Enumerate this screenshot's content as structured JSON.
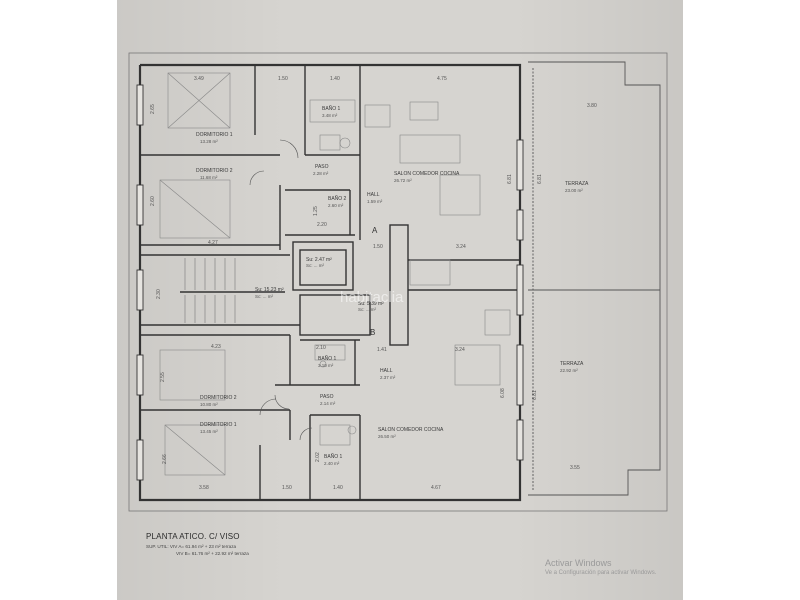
{
  "plan": {
    "unit_a": "A",
    "unit_b": "B",
    "watermark": "habitaclia",
    "rooms": {
      "dorm1_a": {
        "name": "DORMITORIO 1",
        "area": "13.28 m²"
      },
      "dorm2_a": {
        "name": "DORMITORIO 2",
        "area": "11.68 m²"
      },
      "bano1_a": {
        "name": "BAÑO 1",
        "area": "3.48 m²"
      },
      "paso_a": {
        "name": "PASO",
        "area": "2.28 m²"
      },
      "bano2_a": {
        "name": "BAÑO 2",
        "area": "2.60 m²"
      },
      "salon_a": {
        "name": "SALON COMEDOR COCINA",
        "area": "26.72 m²"
      },
      "hall_a": {
        "name": "HALL",
        "area": "1.59 m²"
      },
      "terraza_a": {
        "name": "TERRAZA",
        "area": "23.00 m²"
      },
      "su1": {
        "name": "Su: 2.47 m²",
        "area": "Sc: ... m²"
      },
      "su2": {
        "name": "Su: 15.23 m²",
        "area": "Sc: ... m²"
      },
      "su3": {
        "name": "Su: 5.39 m²",
        "area": "Sc: ... m²"
      },
      "bano1_b": {
        "name": "BAÑO 1",
        "area": "3.10 m²"
      },
      "hall_b": {
        "name": "HALL",
        "area": "2.37 m²"
      },
      "dorm2_b": {
        "name": "DORMITORIO 2",
        "area": "10.80 m²"
      },
      "dorm1_b": {
        "name": "DORMITORIO 1",
        "area": "13.45 m²"
      },
      "paso_b": {
        "name": "PASO",
        "area": "2.14 m²"
      },
      "bano1b_b": {
        "name": "BAÑO 1",
        "area": "2.40 m²"
      },
      "salon_b": {
        "name": "SALON COMEDOR COCINA",
        "area": "26.50 m²"
      },
      "terraza_b": {
        "name": "TERRAZA",
        "area": "22.92 m²"
      }
    },
    "dims": {
      "d349": "3.49",
      "d150t": "1.50",
      "d140t": "1.40",
      "d475": "4.75",
      "d380": "3.80",
      "d265": "2.65",
      "d260": "2.60",
      "d427": "4.27",
      "d220": "2.20",
      "d150m": "1.50",
      "d324a": "3.24",
      "d230": "2.30",
      "d423": "4.23",
      "d210": "2.10",
      "d141": "1.41",
      "d324b": "3.24",
      "d255": "2.55",
      "d266": "2.66",
      "d358": "3.58",
      "d150b": "1.50",
      "d140b": "1.40",
      "d467": "4.67",
      "d355": "3.55",
      "d681a": "6.81",
      "d681b": "6.81",
      "d681c": "6.81",
      "d608": "6.08",
      "d125": "1.25",
      "d202": "2.02"
    }
  },
  "caption": {
    "title": "PLANTA ATICO. C/ VISO",
    "line1": "SUP. UTIL:  VIV A= 61.94 m² + 23 m² terraza",
    "line2": "VIV B= 61.76 m² + 22.92 m² terraza"
  },
  "activate": {
    "line1": "Activar Windows",
    "line2": "Ve a Configuración para activar Windows."
  }
}
